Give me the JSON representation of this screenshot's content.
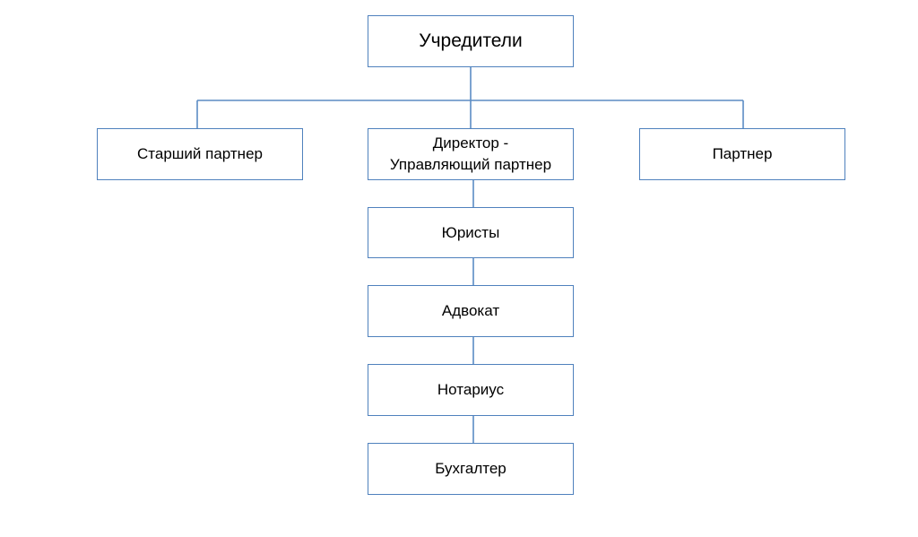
{
  "nodes": {
    "root": "Учредители",
    "senior_partner": "Старший партнер",
    "director": "Директор -\nУправляющий партнер",
    "partner": "Партнер",
    "lawyers": "Юристы",
    "advocate": "Адвокат",
    "notary": "Нотариус",
    "accountant": "Бухгалтер"
  },
  "colors": {
    "box_border": "#4f81bd",
    "connector": "#5b8cc4"
  }
}
